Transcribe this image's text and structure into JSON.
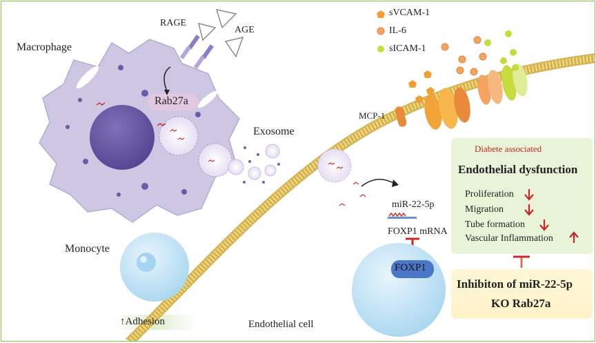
{
  "labels": {
    "rage": "RAGE",
    "age": "AGE",
    "macrophage": "Macrophage",
    "rab27a": "Rab27a",
    "exosome": "Exosome",
    "monocyte": "Monocyte",
    "adhesion": "↑Adhesion",
    "endothelial_cell": "Endothelial cell",
    "mcp1": "MCP-1",
    "mir": "miR-22-5p",
    "foxp1_mrna": "FOXP1 mRNA",
    "foxp1": "FOXP1"
  },
  "legend": [
    {
      "label": "sVCAM-1",
      "color": "#f0a030",
      "icon": "pentagon-icon"
    },
    {
      "label": "IL-6",
      "color": "#f4a460",
      "icon": "circle-icon"
    },
    {
      "label": "sICAM-1",
      "color": "#c6dc3c",
      "icon": "circle-icon"
    }
  ],
  "dysfunction": {
    "subtitle": "Diabete associated",
    "title": "Endothelial dysfunction",
    "items": [
      {
        "label": "Proliferation",
        "arrow": "down-arrow-icon"
      },
      {
        "label": "Migration",
        "arrow": "down-arrow-icon"
      },
      {
        "label": "Tube formation",
        "arrow": "down-arrow-icon"
      },
      {
        "label": "Vascular Inflammation",
        "arrow": "up-arrow-icon"
      }
    ]
  },
  "inhibition": {
    "line1": "Inhibiton of miR-22-5p",
    "line2": "KO Rab27a"
  },
  "colors": {
    "macrophage": "#c9c4e0",
    "nucleus": "#6a5ba6",
    "monocyte": "#c2e2f5",
    "membrane": "#d4b250",
    "accent_red": "#d32f2f",
    "panel_green": "#e8f3d8",
    "panel_yellow": "#fff5cc"
  }
}
